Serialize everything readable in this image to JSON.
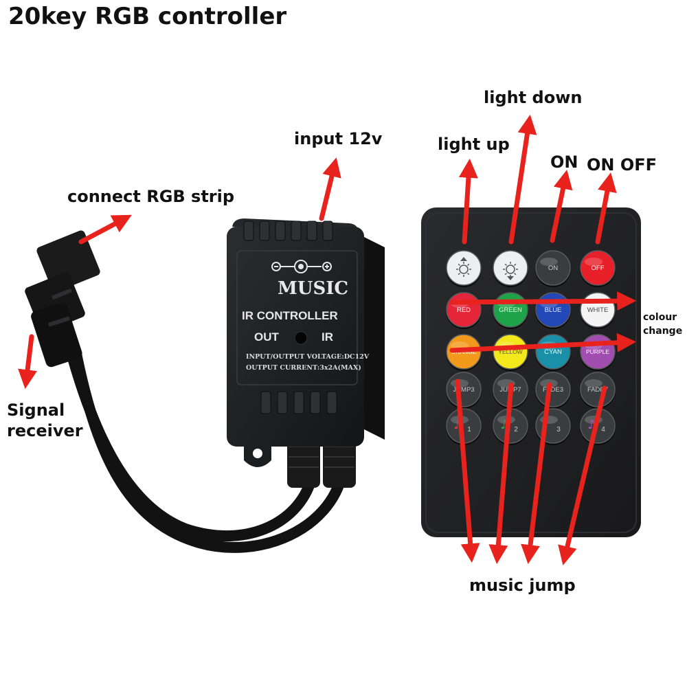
{
  "title": "20key RGB controller",
  "labels": {
    "connect_rgb_strip": "connect RGB strip",
    "input_12v": "input 12v",
    "light_up": "light up",
    "light_down": "light down",
    "on": "ON",
    "on_off": "ON OFF",
    "colour_change": [
      "colour",
      "change"
    ],
    "signal_receiver": [
      "Signal",
      "receiver"
    ],
    "music_jump": "music jump"
  },
  "controller": {
    "brand": "MUSIC",
    "model": "IR CONTROLLER",
    "port_out": "OUT",
    "port_ir": "IR",
    "spec_voltage": "INPUT/OUTPUT VOLTAGE:DC12V",
    "spec_current": "OUTPUT CURRENT:3x2A(MAX)"
  },
  "remote": {
    "rows": [
      [
        {
          "label": "",
          "icon": "brightness-up-icon",
          "color": "#eceff1",
          "text_color": "#333333"
        },
        {
          "label": "",
          "icon": "brightness-down-icon",
          "color": "#eceff1",
          "text_color": "#333333"
        },
        {
          "label": "ON",
          "icon": "",
          "color": "#3a3d40",
          "text_color": "#d0d0d0"
        },
        {
          "label": "OFF",
          "icon": "",
          "color": "#e8202a",
          "text_color": "#ffffff"
        }
      ],
      [
        {
          "label": "RED",
          "icon": "",
          "color": "#e5263a",
          "text_color": "#ffffff"
        },
        {
          "label": "GREEN",
          "icon": "",
          "color": "#1fa34a",
          "text_color": "#d8ffd8"
        },
        {
          "label": "BLUE",
          "icon": "",
          "color": "#2348b8",
          "text_color": "#dfe8ff"
        },
        {
          "label": "WHITE",
          "icon": "",
          "color": "#f4f4f4",
          "text_color": "#444444"
        }
      ],
      [
        {
          "label": "ORANGE",
          "icon": "",
          "color": "#f39a1d",
          "text_color": "#ffffff"
        },
        {
          "label": "YELLOW",
          "icon": "",
          "color": "#f2e81c",
          "text_color": "#555555"
        },
        {
          "label": "CYAN",
          "icon": "",
          "color": "#1a8fa8",
          "text_color": "#e0ffff"
        },
        {
          "label": "PURPLE",
          "icon": "",
          "color": "#a24db0",
          "text_color": "#ffffff"
        }
      ],
      [
        {
          "label": "JUMP3",
          "icon": "",
          "color": "#3a3d40",
          "text_color": "#c8c8c8"
        },
        {
          "label": "JUMP7",
          "icon": "",
          "color": "#3a3d40",
          "text_color": "#c8c8c8"
        },
        {
          "label": "FADE3",
          "icon": "",
          "color": "#3a3d40",
          "text_color": "#c8c8c8"
        },
        {
          "label": "FADE7",
          "icon": "",
          "color": "#3a3d40",
          "text_color": "#c8c8c8"
        }
      ],
      [
        {
          "label": "1",
          "icon": "music-note-icon",
          "color": "#3a3d40",
          "text_color": "#c8c8c8",
          "note_color": "#e04040"
        },
        {
          "label": "2",
          "icon": "music-note-icon",
          "color": "#3a3d40",
          "text_color": "#c8c8c8",
          "note_color": "#2fa84a"
        },
        {
          "label": "3",
          "icon": "music-note-icon",
          "color": "#3a3d40",
          "text_color": "#c8c8c8",
          "note_color": "#3070d0"
        },
        {
          "label": "4",
          "icon": "music-note-icon",
          "color": "#3a3d40",
          "text_color": "#c8c8c8",
          "note_color": "#b050c0"
        }
      ]
    ]
  },
  "colors": {
    "arrow": "#e8221c",
    "device_body": "#1e1f21",
    "remote_body": "#232426",
    "cable": "#121212"
  }
}
